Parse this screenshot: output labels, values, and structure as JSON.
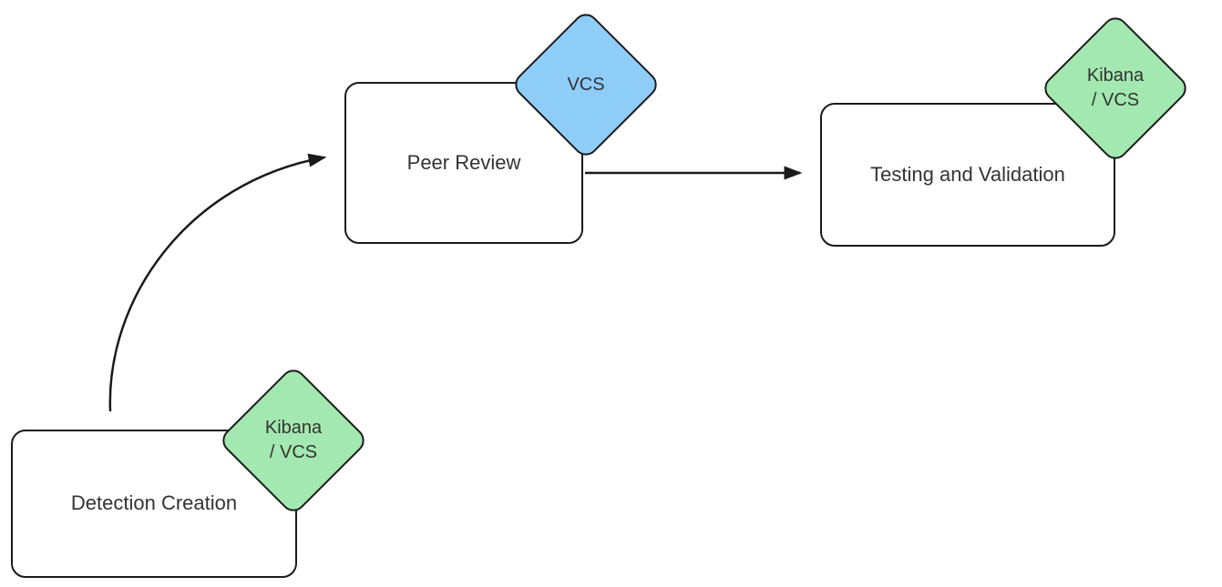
{
  "diagram": {
    "type": "flowchart",
    "nodes": [
      {
        "id": "detection-creation",
        "label": "Detection Creation",
        "badge": [
          "Kibana",
          "/ VCS"
        ],
        "badge_color": "#a3e8b0"
      },
      {
        "id": "peer-review",
        "label": "Peer Review",
        "badge": [
          "VCS"
        ],
        "badge_color": "#8fcdf9"
      },
      {
        "id": "testing-and-validation",
        "label": "Testing and Validation",
        "badge": [
          "Kibana",
          "/ VCS"
        ],
        "badge_color": "#a3e8b0"
      }
    ],
    "edges": [
      {
        "from": "detection-creation",
        "to": "peer-review",
        "style": "curved"
      },
      {
        "from": "peer-review",
        "to": "testing-and-validation",
        "style": "straight"
      }
    ],
    "colors": {
      "node_fill": "#ffffff",
      "stroke": "#1a1a1a",
      "text": "#333333",
      "badge_green": "#a3e8b0",
      "badge_blue": "#8fcdf9"
    }
  }
}
